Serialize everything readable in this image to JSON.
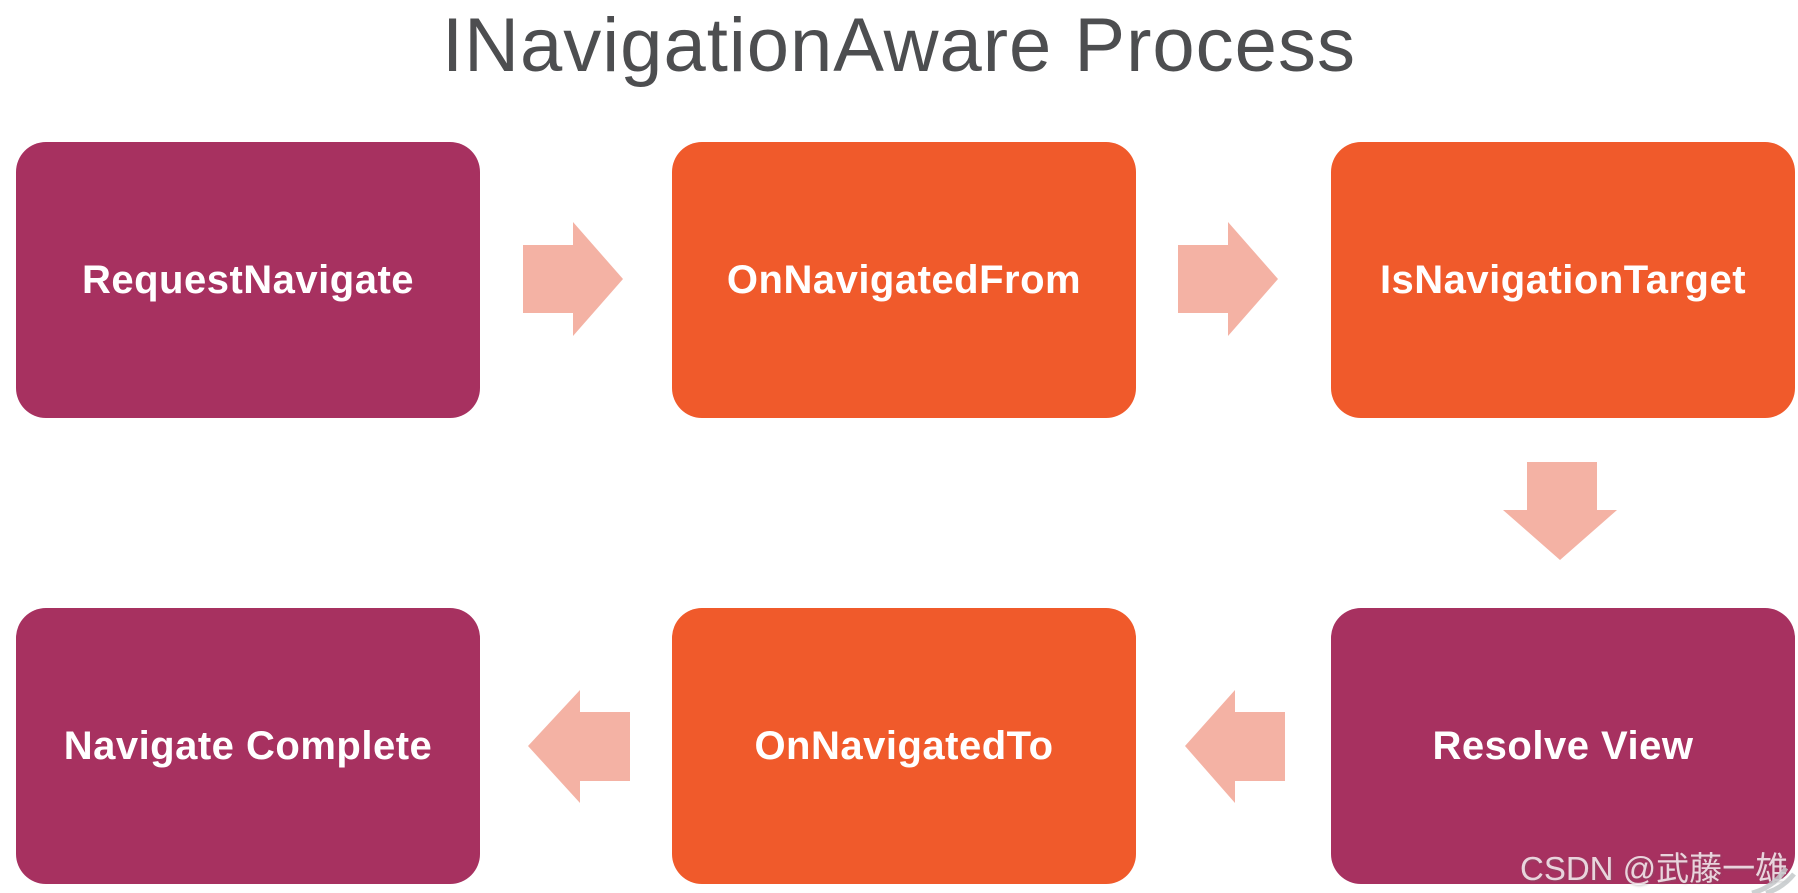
{
  "title": "INavigationAware Process",
  "colors": {
    "magenta": "#A73160",
    "orange": "#F05A2B",
    "arrow": "#F4B2A4",
    "title_gray": "#4D4E50",
    "watermark_corner_gray": "#C5C9CB"
  },
  "flow": {
    "row1": [
      {
        "label": "RequestNavigate",
        "color": "magenta"
      },
      {
        "label": "OnNavigatedFrom",
        "color": "orange"
      },
      {
        "label": "IsNavigationTarget",
        "color": "orange"
      }
    ],
    "row2": [
      {
        "label": "Navigate Complete",
        "color": "magenta"
      },
      {
        "label": "OnNavigatedTo",
        "color": "orange"
      },
      {
        "label": "Resolve View",
        "color": "magenta"
      }
    ],
    "arrows": [
      {
        "name": "arrow-right-icon",
        "direction": "right",
        "between": [
          "RequestNavigate",
          "OnNavigatedFrom"
        ]
      },
      {
        "name": "arrow-right-icon",
        "direction": "right",
        "between": [
          "OnNavigatedFrom",
          "IsNavigationTarget"
        ]
      },
      {
        "name": "arrow-down-icon",
        "direction": "down",
        "between": [
          "IsNavigationTarget",
          "Resolve View"
        ]
      },
      {
        "name": "arrow-left-icon",
        "direction": "left",
        "between": [
          "Resolve View",
          "OnNavigatedTo"
        ]
      },
      {
        "name": "arrow-left-icon",
        "direction": "left",
        "between": [
          "OnNavigatedTo",
          "Navigate Complete"
        ]
      }
    ]
  },
  "watermark": "CSDN @武藤一雄"
}
